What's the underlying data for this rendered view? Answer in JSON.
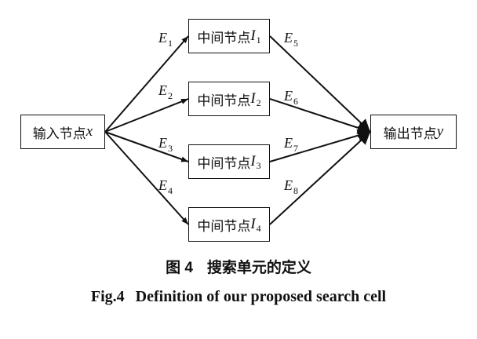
{
  "nodes": {
    "input": {
      "label": "输入节点",
      "var": "x"
    },
    "output": {
      "label": "输出节点",
      "var": "y"
    },
    "intermediate": [
      {
        "label": "中间节点",
        "var": "I",
        "sub": "1"
      },
      {
        "label": "中间节点",
        "var": "I",
        "sub": "2"
      },
      {
        "label": "中间节点",
        "var": "I",
        "sub": "3"
      },
      {
        "label": "中间节点",
        "var": "I",
        "sub": "4"
      }
    ]
  },
  "edges": [
    {
      "var": "E",
      "sub": "1",
      "from": "input",
      "to": "intermediate-1"
    },
    {
      "var": "E",
      "sub": "2",
      "from": "input",
      "to": "intermediate-2"
    },
    {
      "var": "E",
      "sub": "3",
      "from": "input",
      "to": "intermediate-3"
    },
    {
      "var": "E",
      "sub": "4",
      "from": "input",
      "to": "intermediate-4"
    },
    {
      "var": "E",
      "sub": "5",
      "from": "intermediate-1",
      "to": "output"
    },
    {
      "var": "E",
      "sub": "6",
      "from": "intermediate-2",
      "to": "output"
    },
    {
      "var": "E",
      "sub": "7",
      "from": "intermediate-3",
      "to": "output"
    },
    {
      "var": "E",
      "sub": "8",
      "from": "intermediate-4",
      "to": "output"
    }
  ],
  "caption": {
    "cn_number": "图 4",
    "cn_text": "搜索单元的定义",
    "en_number": "Fig.4",
    "en_text": "Definition of our proposed search cell"
  }
}
